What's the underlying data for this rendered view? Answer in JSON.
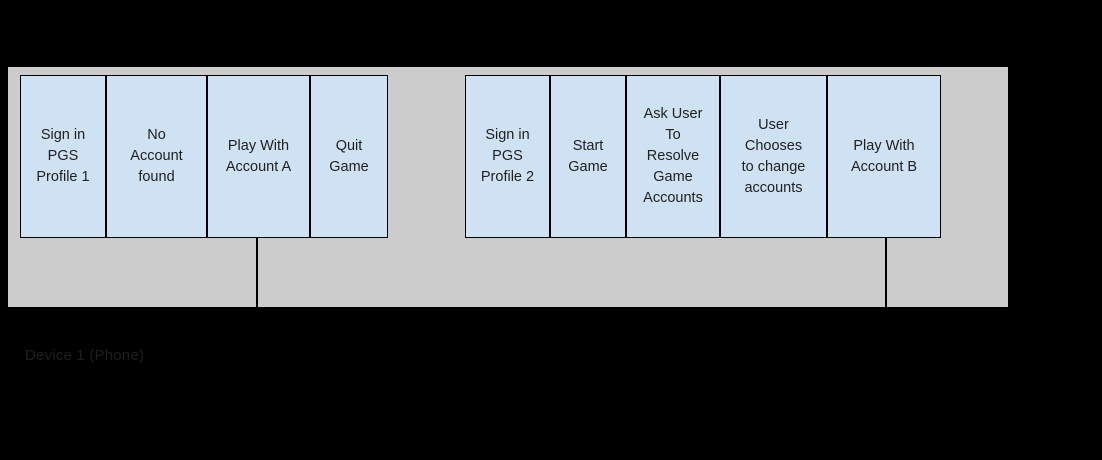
{
  "colors": {
    "background": "#000000",
    "lane_fill": "#cccccc",
    "box_fill": "#cfe2f3",
    "box_border": "#000000",
    "text": "#212121"
  },
  "lane": {
    "label": "Device 1 (Phone)"
  },
  "flow1": {
    "boxes": [
      {
        "label": "Sign in\nPGS\nProfile 1"
      },
      {
        "label": "No\nAccount\nfound"
      },
      {
        "label": "Play With\nAccount A"
      },
      {
        "label": "Quit\nGame"
      }
    ]
  },
  "flow2": {
    "boxes": [
      {
        "label": "Sign in\nPGS\nProfile 2"
      },
      {
        "label": "Start\nGame"
      },
      {
        "label": "Ask User\nTo\nResolve\nGame\nAccounts"
      },
      {
        "label": "User\nChooses\nto change\naccounts"
      },
      {
        "label": "Play With\nAccount B"
      }
    ]
  }
}
